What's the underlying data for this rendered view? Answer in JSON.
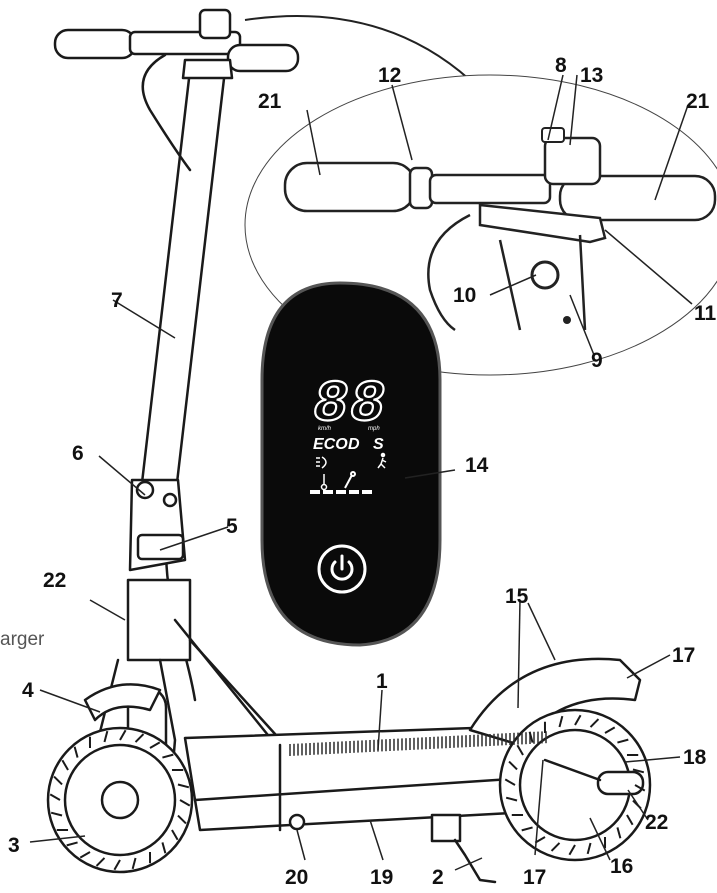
{
  "callouts": {
    "c1": "1",
    "c2": "2",
    "c3": "3",
    "c4": "4",
    "c5": "5",
    "c6": "6",
    "c7": "7",
    "c8": "8",
    "c9": "9",
    "c10": "10",
    "c11": "11",
    "c12": "12",
    "c13": "13",
    "c14": "14",
    "c15": "15",
    "c16": "16",
    "c17a": "17",
    "c17b": "17",
    "c18": "18",
    "c19": "19",
    "c20": "20",
    "c21a": "21",
    "c21b": "21",
    "c22a": "22",
    "c22b": "22"
  },
  "side_text": "arger",
  "display": {
    "speed_digits": "88",
    "unit_kmh": "km/h",
    "unit_mph": "mph",
    "mode_eco": "ECO",
    "mode_d": "D",
    "mode_s": "S",
    "battery_segments": 5
  },
  "colors": {
    "display_bg": "#0a0a0a",
    "outline": "#1a1a1a",
    "deck_grip": "#2a2a2a"
  }
}
